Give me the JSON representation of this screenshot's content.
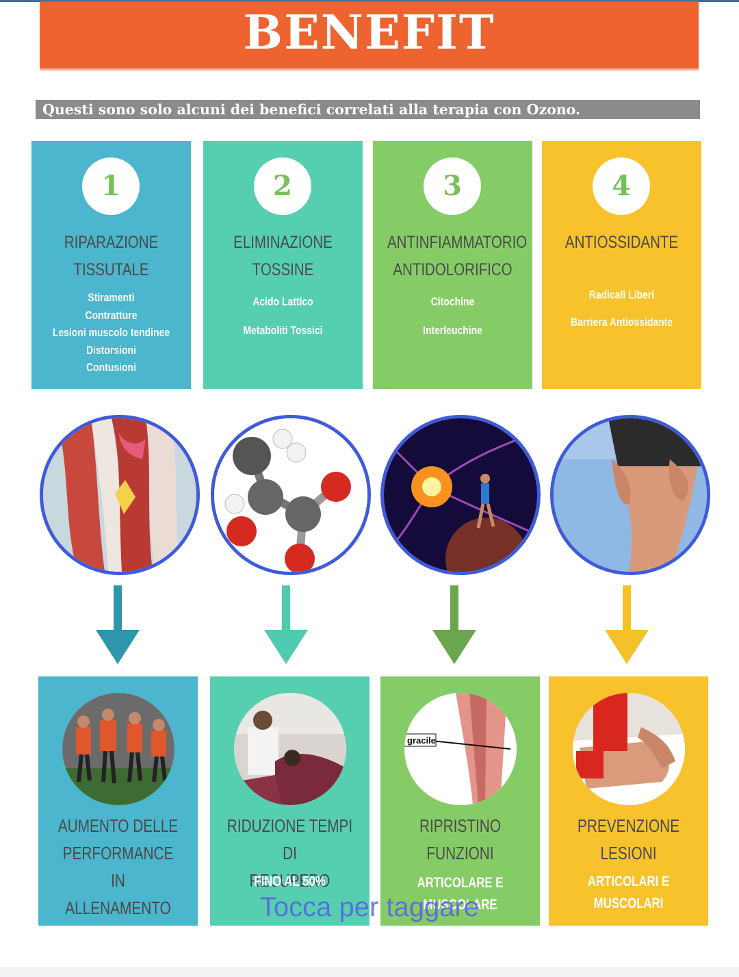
{
  "header": {
    "title": "BENEFIT"
  },
  "subtitle": "Questi sono solo alcuni dei benefici correlati alla terapia con Ozono.",
  "colors": {
    "orange": "#ee6430",
    "blue": "#4bb6cd",
    "teal": "#56cfb1",
    "green": "#86cc66",
    "yellow": "#f7c22c",
    "circle_border": "#3e5bd9"
  },
  "cards": [
    {
      "number": "1",
      "title": [
        "RIPARAZIONE",
        "TISSUTALE"
      ],
      "items": [
        "Stiramenti",
        "Contratture",
        "Lesioni muscolo tendinee",
        "Distorsioni",
        "Contusioni"
      ],
      "image": "muscle-anatomy-image",
      "color": "#4bb6cd",
      "num_color": "#76c15a"
    },
    {
      "number": "2",
      "title": [
        "ELIMINAZIONE",
        "TOSSINE"
      ],
      "items": [
        "Acido Lattico",
        "Metaboliti Tossici"
      ],
      "image": "molecule-image",
      "color": "#56cfb1",
      "num_color": "#76c15a"
    },
    {
      "number": "3",
      "title": [
        "ANTINFIAMMATORIO",
        "ANTIDOLORIFICO"
      ],
      "items": [
        "Citochine",
        "Interleuchine"
      ],
      "image": "neuron-runner-image",
      "color": "#86cc66",
      "num_color": "#76c15a"
    },
    {
      "number": "4",
      "title": [
        "ANTIOSSIDANTE"
      ],
      "items": [
        "Radicali Liberi",
        "Barriera Antiossidante"
      ],
      "image": "thigh-pain-image",
      "color": "#f7c22c",
      "num_color": "#76c15a"
    }
  ],
  "outcomes": [
    {
      "title": [
        "AUMENTO DELLE",
        "PERFORMANCE IN",
        "ALLENAMENTO"
      ],
      "sub": [],
      "image": "team-training-photo",
      "color": "#4bb6cd",
      "arrow_color": "#2e95ad"
    },
    {
      "title": [
        "RIDUZIONE TEMPI DI",
        "RECUPERO"
      ],
      "sub": [
        "FINO AL 50%"
      ],
      "image": "recovery-photo",
      "color": "#56cfb1",
      "arrow_color": "#50cbb0"
    },
    {
      "title": [
        "RIPRISTINO",
        "FUNZIONI"
      ],
      "sub": [
        "ARTICOLARE E",
        "MUSCOLARE"
      ],
      "image": "gracile-anatomy-photo",
      "color": "#86cc66",
      "arrow_color": "#6aa64d"
    },
    {
      "title": [
        "PREVENZIONE",
        "LESIONI"
      ],
      "sub": [
        "ARTICOLARI E",
        "MUSCOLARI"
      ],
      "image": "taping-photo",
      "color": "#f7c22c",
      "arrow_color": "#f4c12a"
    }
  ],
  "gracile_label": "gracile",
  "overlay": {
    "text": "Tocca per taggare"
  }
}
